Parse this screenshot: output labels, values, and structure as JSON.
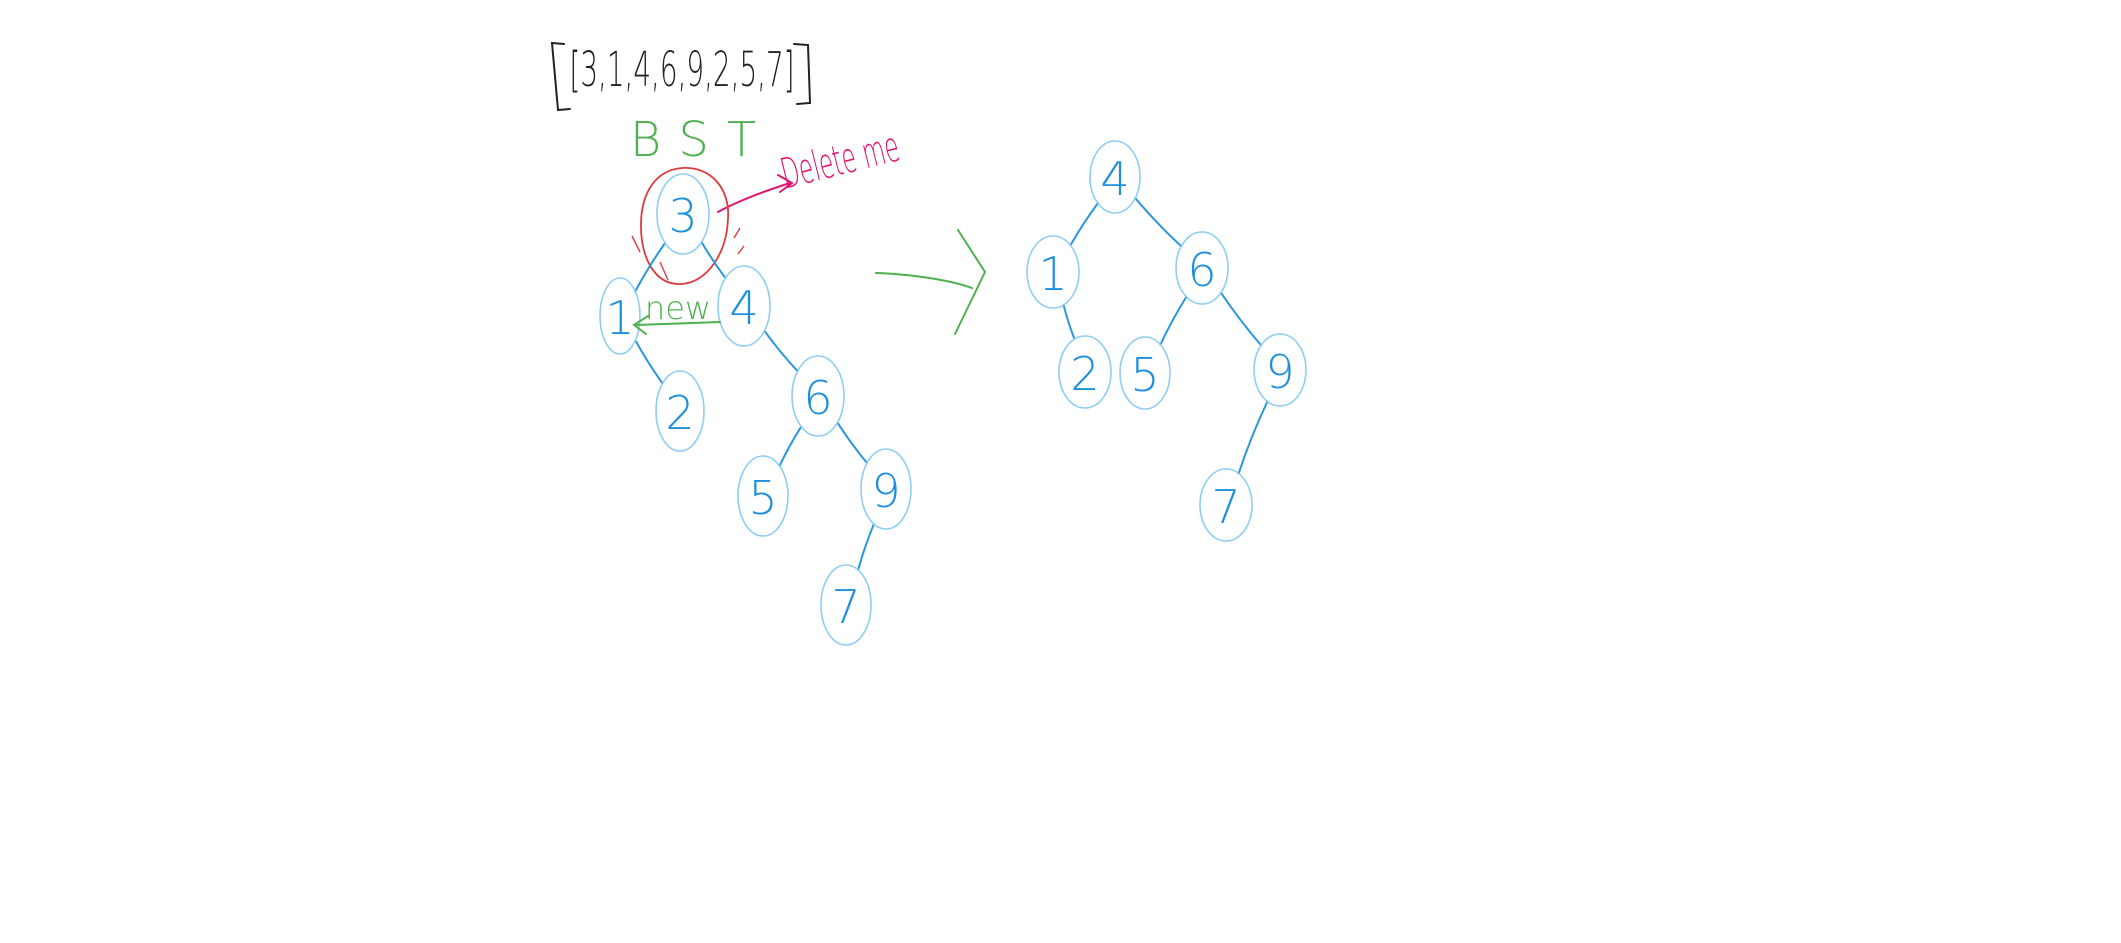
{
  "array_label": "[3,1,4,6,9,2,5,7]",
  "bst_label": "BST",
  "delete_label": "Delete me",
  "new_label": "new",
  "colors": {
    "node": "#1e8fdc",
    "node_outline": "#8fcdf2",
    "edge": "#2a97dd",
    "ink": "#222222",
    "green": "#4fb04f",
    "red": "#e2393d",
    "magenta": "#e0156f"
  },
  "before_tree": {
    "nodes": [
      {
        "id": "3",
        "label": "3"
      },
      {
        "id": "1",
        "label": "1"
      },
      {
        "id": "4",
        "label": "4"
      },
      {
        "id": "2",
        "label": "2"
      },
      {
        "id": "6",
        "label": "6"
      },
      {
        "id": "5",
        "label": "5"
      },
      {
        "id": "9",
        "label": "9"
      },
      {
        "id": "7",
        "label": "7"
      }
    ],
    "edges": [
      [
        "3",
        "1"
      ],
      [
        "3",
        "4"
      ],
      [
        "1",
        "2"
      ],
      [
        "4",
        "6"
      ],
      [
        "6",
        "5"
      ],
      [
        "6",
        "9"
      ],
      [
        "9",
        "7"
      ]
    ]
  },
  "after_tree": {
    "nodes": [
      {
        "id": "4",
        "label": "4"
      },
      {
        "id": "1",
        "label": "1"
      },
      {
        "id": "6",
        "label": "6"
      },
      {
        "id": "2",
        "label": "2"
      },
      {
        "id": "5",
        "label": "5"
      },
      {
        "id": "9",
        "label": "9"
      },
      {
        "id": "7",
        "label": "7"
      }
    ],
    "edges": [
      [
        "4",
        "1"
      ],
      [
        "4",
        "6"
      ],
      [
        "1",
        "2"
      ],
      [
        "6",
        "5"
      ],
      [
        "6",
        "9"
      ],
      [
        "9",
        "7"
      ]
    ]
  }
}
